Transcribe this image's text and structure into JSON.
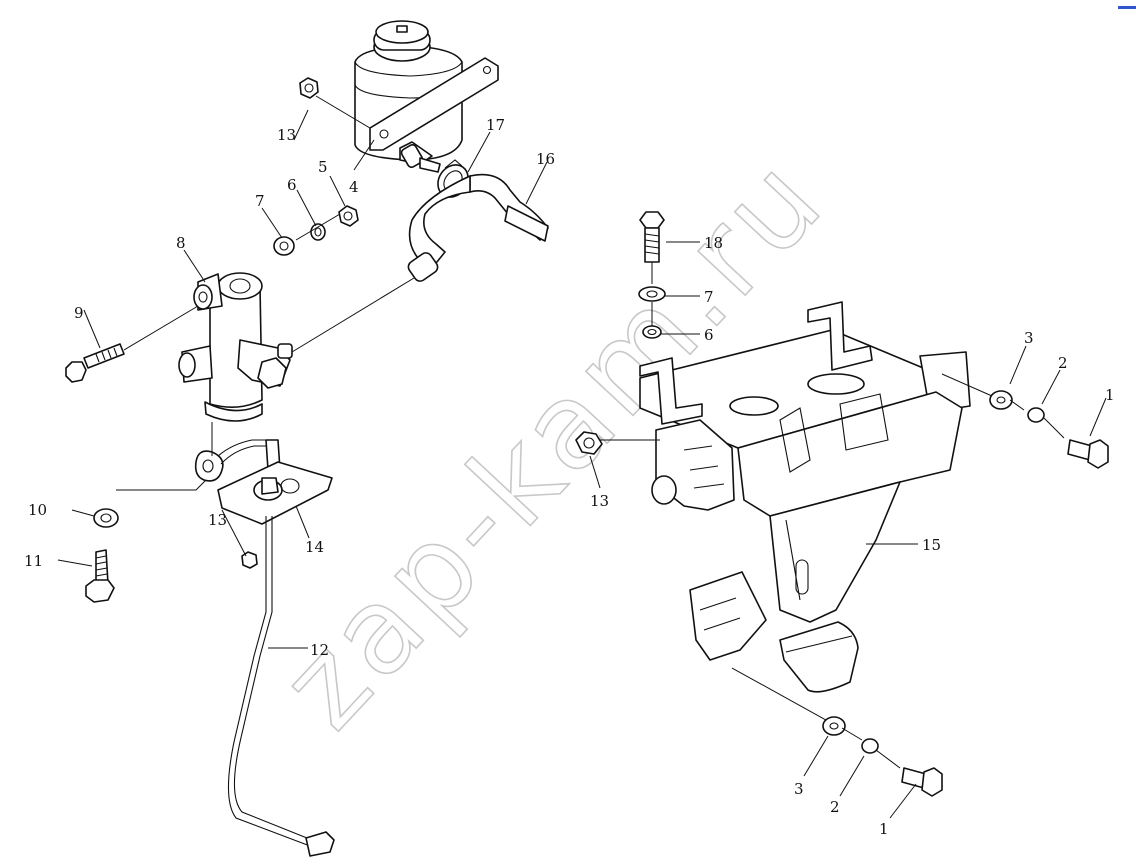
{
  "watermark": "zap-kam.ru",
  "callouts": {
    "c1a": "1",
    "c1b": "1",
    "c2a": "2",
    "c2b": "2",
    "c3a": "3",
    "c3b": "3",
    "c4": "4",
    "c5": "5",
    "c6a": "6",
    "c6b": "6",
    "c7a": "7",
    "c7b": "7",
    "c8": "8",
    "c9": "9",
    "c10": "10",
    "c11": "11",
    "c12": "12",
    "c13a": "13",
    "c13b": "13",
    "c13c": "13",
    "c14": "14",
    "c15": "15",
    "c16": "16",
    "c17": "17",
    "c18": "18"
  },
  "colors": {
    "line": "#111111",
    "watermark": "#c8c8c8",
    "background": "#ffffff"
  }
}
